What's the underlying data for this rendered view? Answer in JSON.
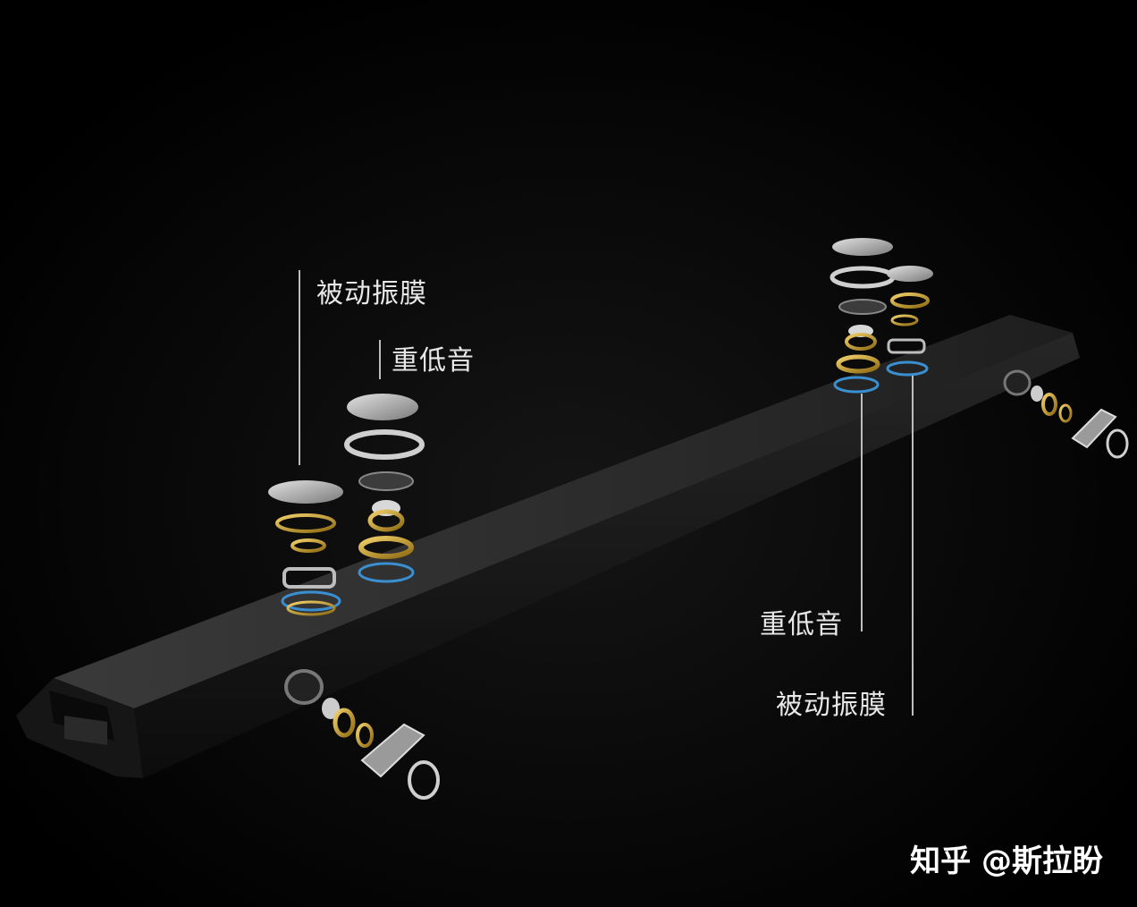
{
  "annotations": {
    "left_passive": "被动振膜",
    "left_subwoofer": "重低音",
    "right_subwoofer": "重低音",
    "right_passive": "被动振膜"
  },
  "watermark": "知乎 @斯拉盼",
  "colors": {
    "background": "#000000",
    "bar_top": "#2e2e2e",
    "bar_front": "#1a1a1a",
    "metal": "#b8b8b8",
    "gold": "#c9a227",
    "accent_blue": "#3a8fd0"
  }
}
